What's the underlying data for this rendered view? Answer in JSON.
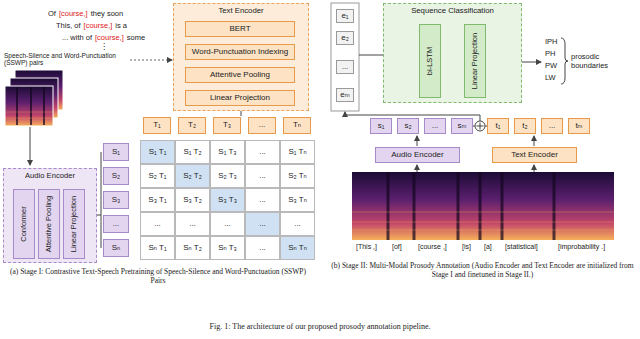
{
  "diagram": {
    "caption": "Fig. 1: The architecture of our proposed prosody annotation pipeline.",
    "nodes": [
      {
        "text": [
          "Text Encoder"
        ]
      },
      {
        "text": [
          "BERT"
        ],
        "in": 0
      },
      {
        "text": [
          "Word-Punctuation Indexing"
        ],
        "in": 0
      },
      {
        "text": [
          "Attentive Pooling"
        ],
        "in": 0
      },
      {
        "text": [
          "Linear Projection"
        ],
        "in": 0
      },
      {
        "text": [
          "T₁"
        ]
      },
      {
        "text": [
          "T₂"
        ]
      },
      {
        "text": [
          "T₃"
        ]
      },
      {
        "text": [
          "..."
        ]
      },
      {
        "text": [
          "Tₙ"
        ]
      },
      {
        "text": [
          "Audio Encoder"
        ]
      },
      {
        "text": [
          "Conformer"
        ],
        "in": 10
      },
      {
        "text": [
          "Attentive Pooling"
        ],
        "in": 10
      },
      {
        "text": [
          "Linear Projection"
        ],
        "in": 10
      },
      {
        "text": [
          "S₁"
        ]
      },
      {
        "text": [
          "S₂"
        ]
      },
      {
        "text": [
          "S₃"
        ]
      },
      {
        "text": [
          "..."
        ]
      },
      {
        "text": [
          "Sₙ"
        ]
      },
      {
        "text": [
          "e₁"
        ]
      },
      {
        "text": [
          "e₂"
        ]
      },
      {
        "text": [
          "..."
        ]
      },
      {
        "text": [
          "eₘ"
        ]
      },
      {
        "text": [
          "Sequence Classification"
        ]
      },
      {
        "text": [
          "bi-LSTM"
        ],
        "in": 23
      },
      {
        "text": [
          "Linear Projection"
        ],
        "in": 23
      },
      {
        "text": [
          "s₁"
        ]
      },
      {
        "text": [
          "s₂"
        ]
      },
      {
        "text": [
          "..."
        ]
      },
      {
        "text": [
          "sₘ"
        ]
      },
      {
        "text": [
          "t₁"
        ]
      },
      {
        "text": [
          "t₂"
        ]
      },
      {
        "text": [
          "..."
        ]
      },
      {
        "text": [
          "tₘ"
        ]
      },
      {
        "text": [
          "Audio Encoder"
        ]
      },
      {
        "text": [
          "Text Encoder"
        ]
      }
    ],
    "edges": [
      {
        "from": 24,
        "to": 25,
        "arrow": "to"
      }
    ],
    "labels": [
      "Of",
      "[course,]",
      "they soon",
      "This, of",
      "[course,]",
      "is a",
      "... with of",
      "[course,]",
      "some",
      "⋮",
      "Speech-Silence and Word-Punctuation (SSWP) pairs",
      "S₁ T₁",
      "S₁ T₂",
      "S₁ T₃",
      "...",
      "S₁ Tₙ",
      "S₂ T₁",
      "S₂ T₂",
      "S₂ T₃",
      "...",
      "S₂ Tₙ",
      "S₃ T₁",
      "S₃ T₂",
      "S₃ T₃",
      "...",
      "S₃ Tₙ",
      "...",
      "...",
      "...",
      "...",
      "...",
      "Sₙ T₁",
      "Sₙ T₂",
      "Sₙ T₃",
      "...",
      "Sₙ Tₙ",
      "(a) Stage I: Contrastive Text-Speech Pretraining of Speech-Silence and Word-Punctuation (SSWP) Pairs",
      "IPH",
      "PH",
      "PW",
      "LW",
      "prosodic boundaries",
      "[This ,]",
      "[of]",
      "[course ,]",
      "[is]",
      "[a]",
      "[statistical]",
      "[improbability .]",
      "(b) Stage II: Multi-Modal Prosody Annotation (Audio Encoder and Text Encoder are initialized from Stage I and finetuned in Stage II.)"
    ]
  }
}
